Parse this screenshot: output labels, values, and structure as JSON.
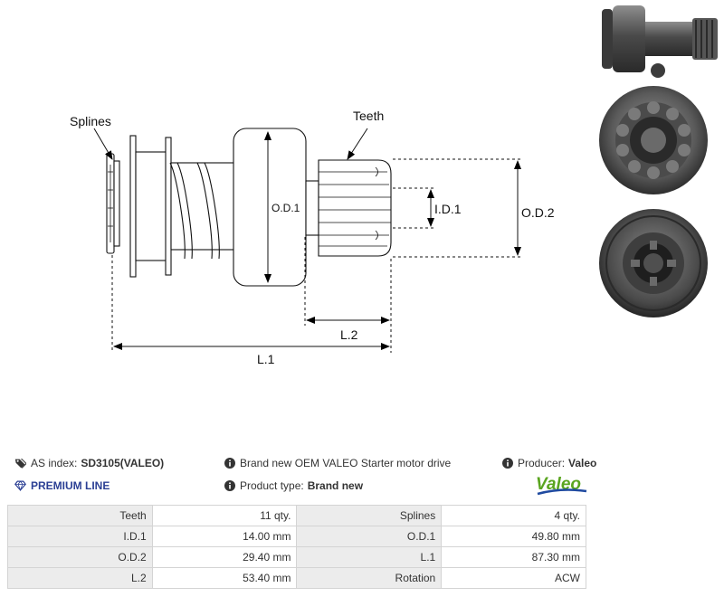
{
  "diagram": {
    "labels": {
      "splines": "Splines",
      "teeth": "Teeth",
      "od1": "O.D.1",
      "id1": "I.D.1",
      "od2": "O.D.2",
      "l2": "L.2",
      "l1": "L.1"
    }
  },
  "photos": [
    {
      "name": "side-view"
    },
    {
      "name": "front-view"
    },
    {
      "name": "back-view"
    }
  ],
  "info": {
    "as_index_label": "AS index:",
    "as_index_value": "SD3105(VALEO)",
    "premium_line": "PREMIUM LINE",
    "description": "Brand new OEM VALEO Starter motor drive",
    "product_type_label": "Product type:",
    "product_type_value": "Brand new",
    "producer_label": "Producer:",
    "producer_value": "Valeo",
    "producer_logo_text": "Valeo"
  },
  "specs": {
    "rows": [
      [
        {
          "label": "Teeth",
          "value": "11 qty."
        },
        {
          "label": "Splines",
          "value": "4 qty."
        }
      ],
      [
        {
          "label": "I.D.1",
          "value": "14.00 mm"
        },
        {
          "label": "O.D.1",
          "value": "49.80 mm"
        }
      ],
      [
        {
          "label": "O.D.2",
          "value": "29.40 mm"
        },
        {
          "label": "L.1",
          "value": "87.30 mm"
        }
      ],
      [
        {
          "label": "L.2",
          "value": "53.40 mm"
        },
        {
          "label": "Rotation",
          "value": "ACW"
        }
      ]
    ]
  },
  "colors": {
    "premium": "#2b3f94",
    "valeo_green": "#5aa51f",
    "valeo_blue": "#1f4aa0"
  }
}
